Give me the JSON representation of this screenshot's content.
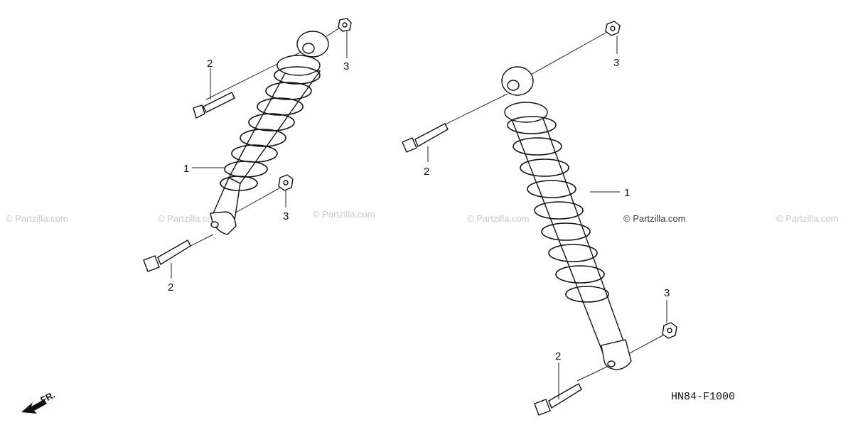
{
  "diagram": {
    "diagram_code": "HN84-F1000",
    "front_indicator": "FR.",
    "watermark_text": "© Partzilla.com",
    "copyright_text": "© Partzilla.com",
    "callouts": {
      "left_shock": "1",
      "left_top_bolt": "2",
      "left_top_nut": "3",
      "left_bottom_nut": "3",
      "left_bottom_bolt": "2",
      "right_shock": "1",
      "right_top_bolt": "2",
      "right_top_nut": "3",
      "right_bottom_nut": "3",
      "right_bottom_bolt": "2"
    },
    "parts": {
      "1": "shock absorber",
      "2": "flange bolt",
      "3": "flange nut"
    }
  }
}
